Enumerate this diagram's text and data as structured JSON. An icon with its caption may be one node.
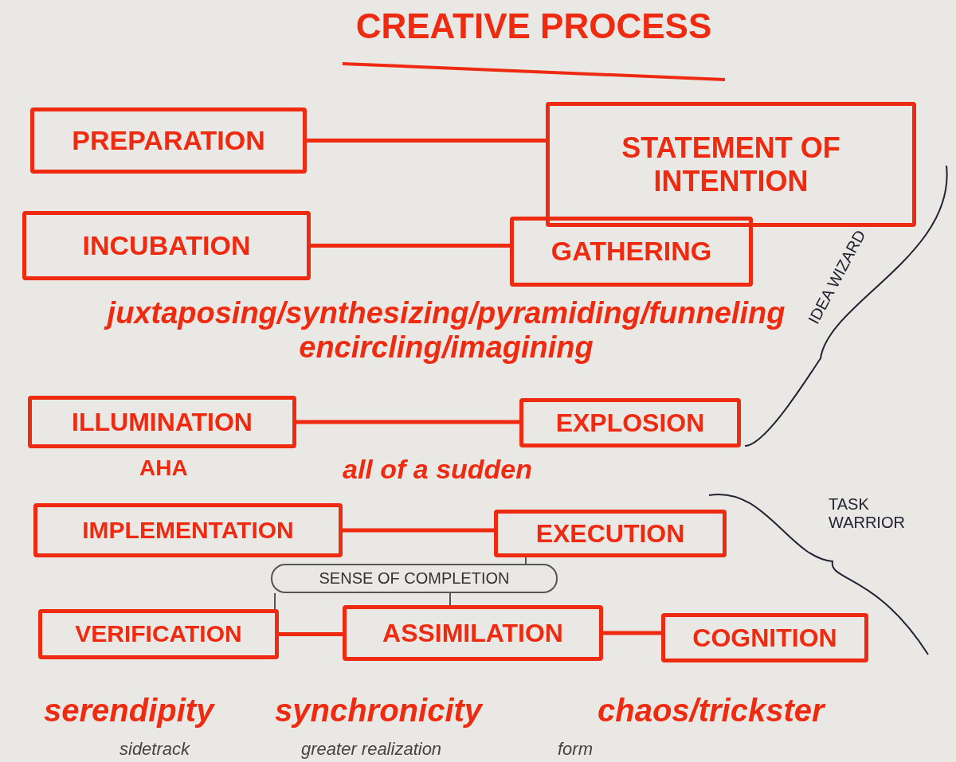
{
  "diagram": {
    "title": "CREATIVE PROCESS",
    "nodes": [
      {
        "text": [
          "PREPARATION"
        ]
      },
      {
        "text": [
          "STATEMENT OF INTENTION"
        ]
      },
      {
        "text": [
          "INCUBATION"
        ]
      },
      {
        "text": [
          "GATHERING"
        ]
      },
      {
        "text": [
          "ILLUMINATION"
        ]
      },
      {
        "text": [
          "EXPLOSION"
        ]
      },
      {
        "text": [
          "IMPLEMENTATION"
        ]
      },
      {
        "text": [
          "EXECUTION"
        ]
      },
      {
        "text": [
          "VERIFICATION"
        ]
      },
      {
        "text": [
          "ASSIMILATION"
        ]
      },
      {
        "text": [
          "COGNITION"
        ]
      },
      {
        "text": [
          "SENSE OF COMPLETION"
        ]
      }
    ],
    "edges": [
      {
        "from": 0,
        "to": 1,
        "arrow": "none"
      },
      {
        "from": 2,
        "to": 3,
        "arrow": "none"
      },
      {
        "from": 4,
        "to": 5,
        "arrow": "none"
      },
      {
        "from": 6,
        "to": 7,
        "arrow": "none"
      },
      {
        "from": 8,
        "to": 9,
        "arrow": "none"
      },
      {
        "from": 9,
        "to": 10,
        "arrow": "none"
      },
      {
        "from": 11,
        "to": 8,
        "arrow": "none",
        "color": "#555555"
      },
      {
        "from": 11,
        "to": 9,
        "arrow": "none",
        "color": "#555555"
      },
      {
        "from": 11,
        "to": 7,
        "arrow": "none",
        "color": "#555555"
      }
    ],
    "labels": [
      "juxtaposing/synthesizing/pyramiding/funneling encircling/imagining",
      "IDEA WIZARD",
      "AHA",
      "all of a sudden",
      "TASK WARRIOR",
      "serendipity",
      "synchronicity",
      "chaos/trickster",
      "sidetrack",
      "greater realization",
      "form"
    ]
  }
}
